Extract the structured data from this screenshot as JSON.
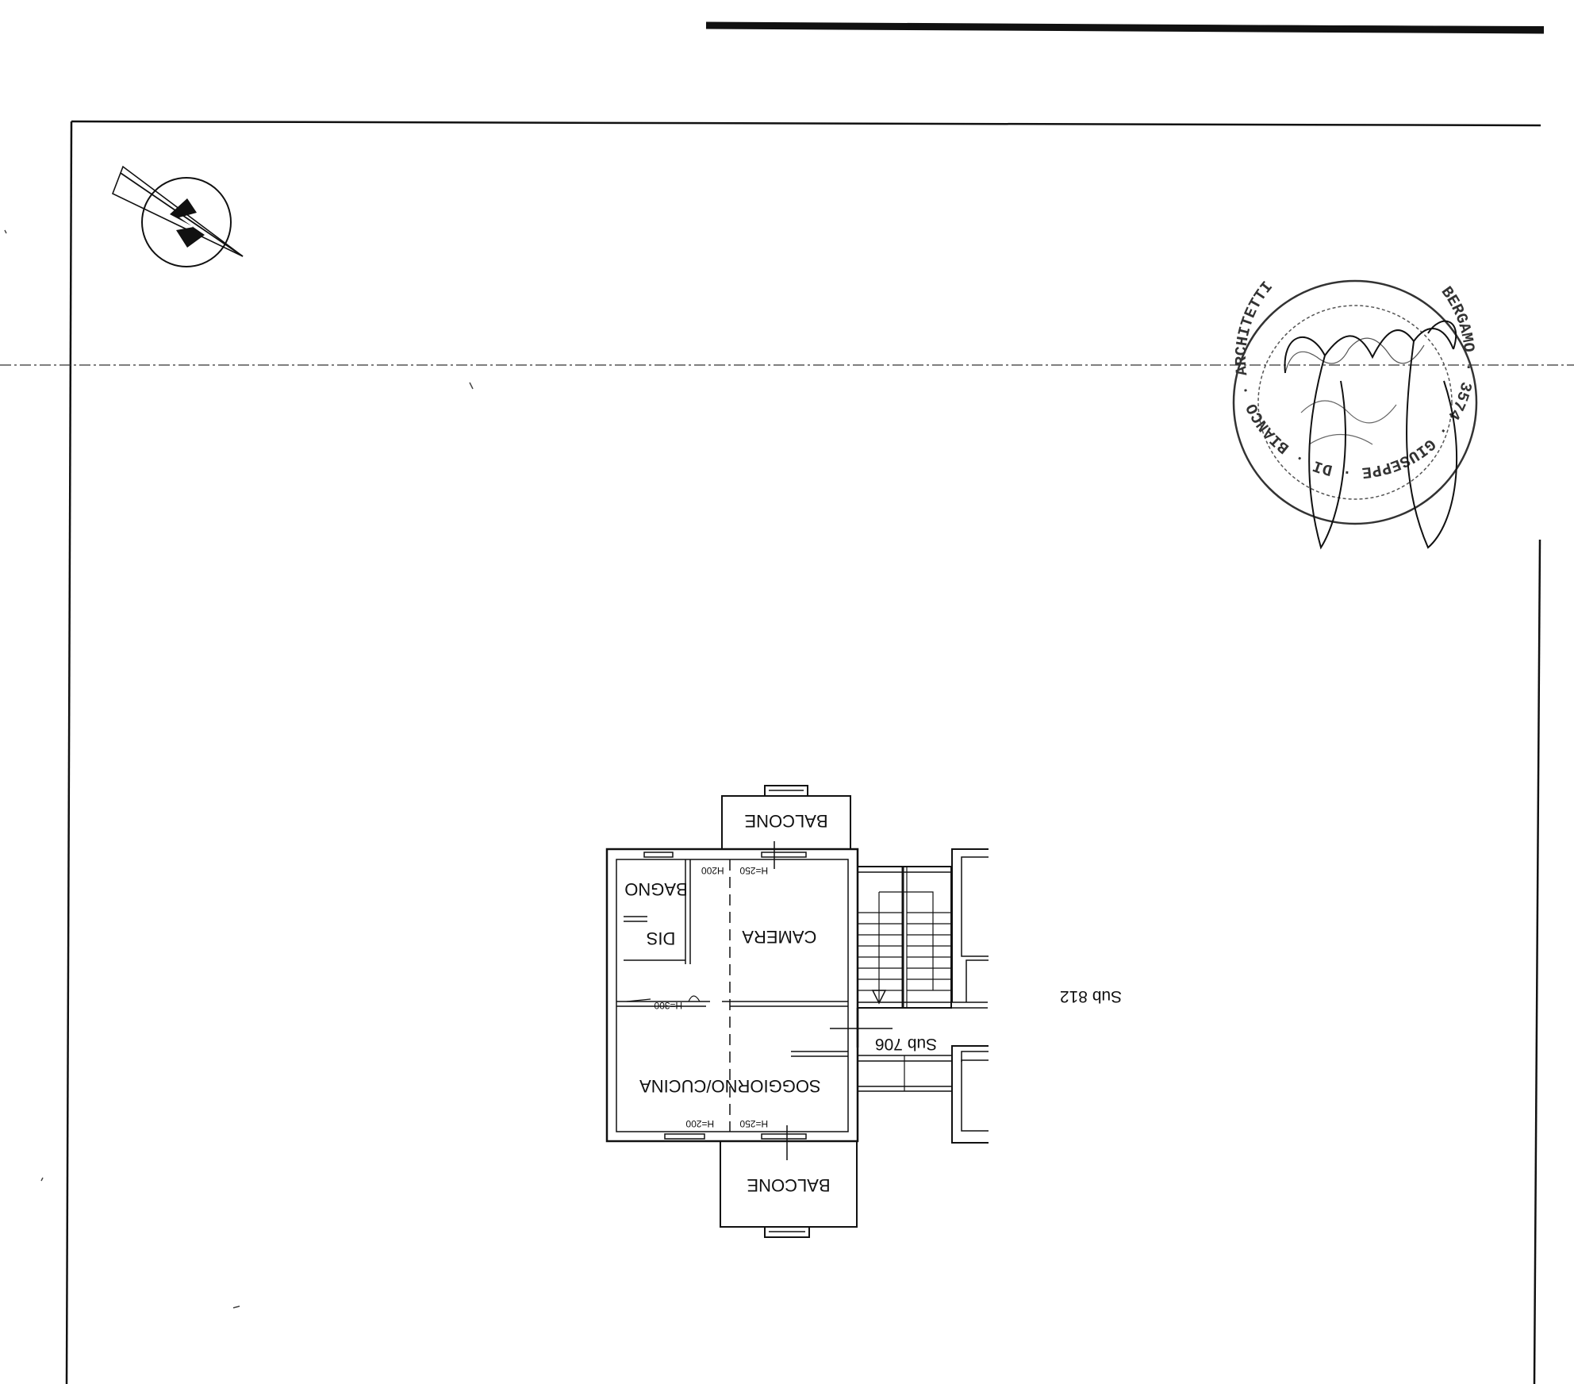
{
  "floor_plan": {
    "rooms": {
      "camera": "CAMERA",
      "soggiorno": "SOGGIORNO/CUCINA",
      "bagno": "BAGNO",
      "dis": "DIS",
      "balcone_top": "BALCONE",
      "balcone_bottom": "BALCONE"
    },
    "heights": {
      "top_h250": "H=250",
      "top_h200": "H200",
      "bottom_h250": "H=250",
      "bottom_h200": "H=200",
      "middle": "H=300"
    },
    "units": {
      "adjacent_small": "Sub 706",
      "adjacent_large": "Sub 812"
    }
  },
  "stamp": {
    "text": "BERGAMO · 3574 · GIUSEPPE · DI · BIANCO · ARCHITETTI"
  },
  "colors": {
    "ink": "#111111",
    "stamp_ink": "#333333",
    "paper": "#ffffff"
  },
  "icons": {
    "north": "north-arrow-icon",
    "stairs_direction": "triangle-icon"
  }
}
